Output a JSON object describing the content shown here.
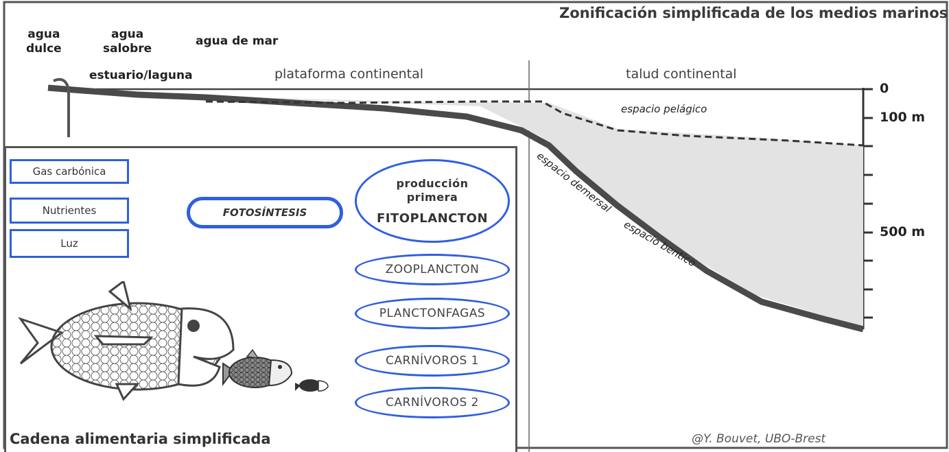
{
  "main_title": "Zonificación simplificada de los medios marinos",
  "water_types": {
    "fresh": "agua\ndulce",
    "brackish": "agua\nsalobre",
    "sea": "agua de mar"
  },
  "zones": {
    "estuary": "estuario/laguna",
    "shelf": "plataforma continental",
    "slope": "talud continental"
  },
  "depths": {
    "d0": "0",
    "d100": "100 m",
    "d500": "500 m"
  },
  "spaces": {
    "pelagic": "espacio pelágico",
    "demersal": "espacio demersal",
    "benthic": "espacio bentico"
  },
  "food_chain": {
    "title": "Cadena alimentaria simplificada",
    "inputs": [
      "Gas carbónica",
      "Nutrientes",
      "Luz"
    ],
    "process": "FOTOSÍNTESIS",
    "primary_label": "producción\nprimera",
    "levels": [
      "FITOPLANCTON",
      "ZOOPLANCTON",
      "PLANCTONFAGAS",
      "CARNÍVOROS 1",
      "CARNÍVOROS 2"
    ]
  },
  "credit": "@Y. Bouvet, UBO-Brest",
  "colors": {
    "accent": "#2f5fe0",
    "seabed": "#4a4a4a",
    "water_fill": "#e3e3e3"
  }
}
